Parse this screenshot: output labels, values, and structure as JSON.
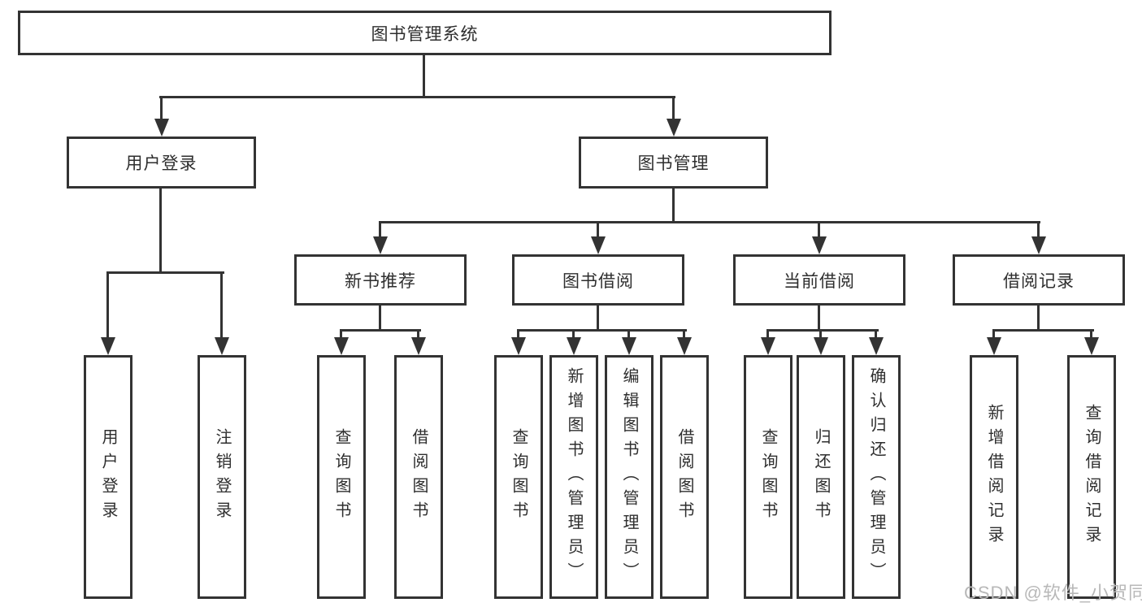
{
  "tree": {
    "root": {
      "label": "图书管理系统",
      "children": [
        {
          "label": "用户登录",
          "children": [
            {
              "label": "用户登录"
            },
            {
              "label": "注销登录"
            }
          ]
        },
        {
          "label": "图书管理",
          "children": [
            {
              "label": "新书推荐",
              "children": [
                {
                  "label": "查询图书"
                },
                {
                  "label": "借阅图书"
                }
              ]
            },
            {
              "label": "图书借阅",
              "children": [
                {
                  "label": "查询图书"
                },
                {
                  "label": "新增图书（管理员）"
                },
                {
                  "label": "编辑图书（管理员）"
                },
                {
                  "label": "借阅图书"
                }
              ]
            },
            {
              "label": "当前借阅",
              "children": [
                {
                  "label": "查询图书"
                },
                {
                  "label": "归还图书"
                },
                {
                  "label": "确认归还（管理员）"
                }
              ]
            },
            {
              "label": "借阅记录",
              "children": [
                {
                  "label": "新增借阅记录"
                },
                {
                  "label": "查询借阅记录"
                }
              ]
            }
          ]
        }
      ]
    }
  },
  "watermark": {
    "text": "CSDN @软件_小贺同学"
  },
  "colors": {
    "line": "#333333",
    "box_border": "#333333",
    "text": "#2e2e2e",
    "watermark": "#b8b8b8",
    "background": "#ffffff"
  }
}
